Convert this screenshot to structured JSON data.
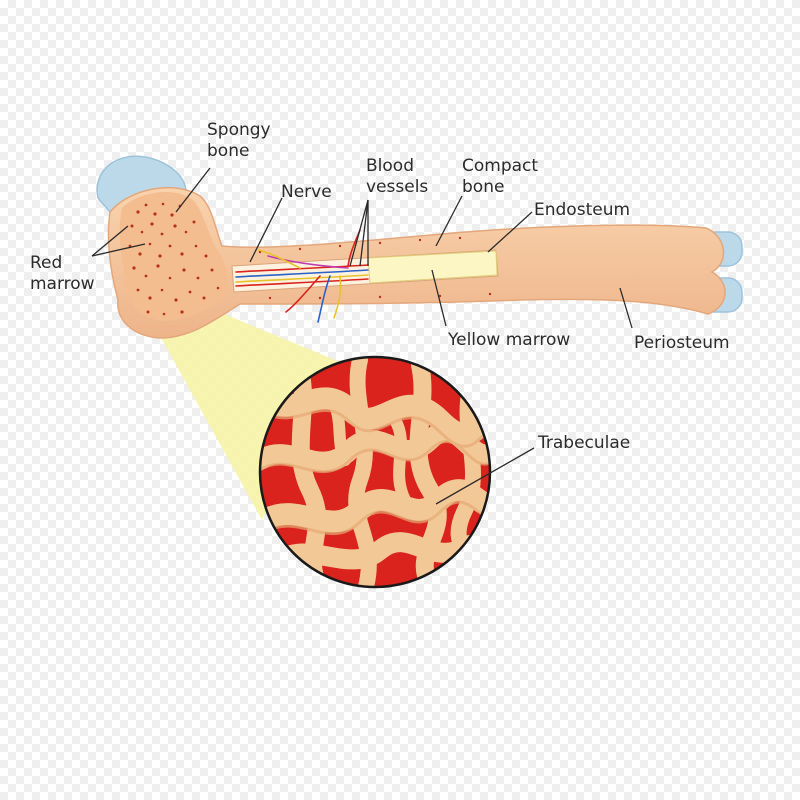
{
  "labels": {
    "spongy_bone": [
      "Spongy",
      "bone"
    ],
    "red_marrow": [
      "Red",
      "marrow"
    ],
    "nerve": "Nerve",
    "blood_vessels": [
      "Blood",
      "vessels"
    ],
    "compact_bone": [
      "Compact",
      "bone"
    ],
    "endosteum": "Endosteum",
    "yellow_marrow": "Yellow marrow",
    "periosteum": "Periosteum",
    "trabeculae": "Trabeculae"
  },
  "colors": {
    "bone": "#f6c9a0",
    "bone_shade": "#eab184",
    "cartilage": "#bcd9ea",
    "red_marrow_dots": "#b8321a",
    "yellow_marrow": "#fbf6c4",
    "magnifier": "#f7f3a2",
    "trabeculae_bg": "#d9231c",
    "label_text": "#2b2b2b"
  }
}
